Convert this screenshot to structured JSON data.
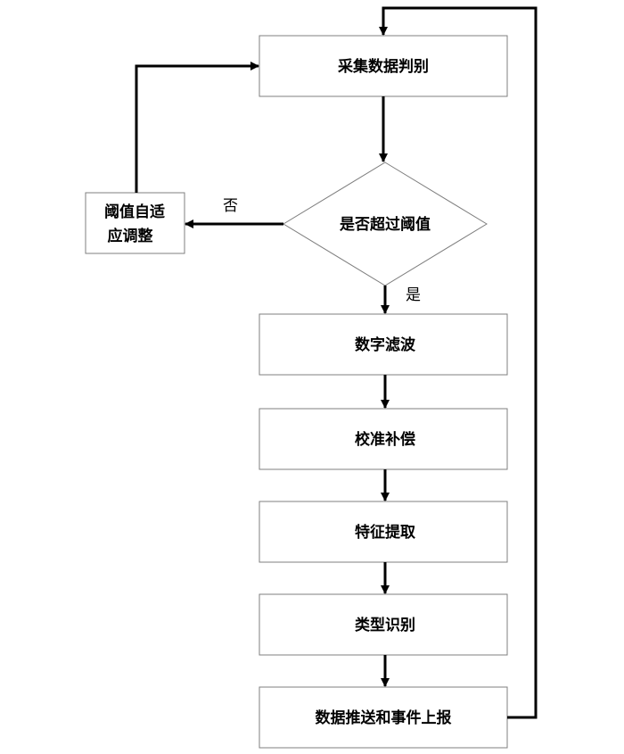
{
  "nodes": {
    "collect": "采集数据判别",
    "decision": "是否超过阈值",
    "filter": "数字滤波",
    "calibrate": "校准补偿",
    "feature": "特征提取",
    "classify": "类型识别",
    "report": "数据推送和事件上报",
    "adapt_line1": "阈值自适",
    "adapt_line2": "应调整"
  },
  "edges": {
    "no": "否",
    "yes": "是"
  }
}
